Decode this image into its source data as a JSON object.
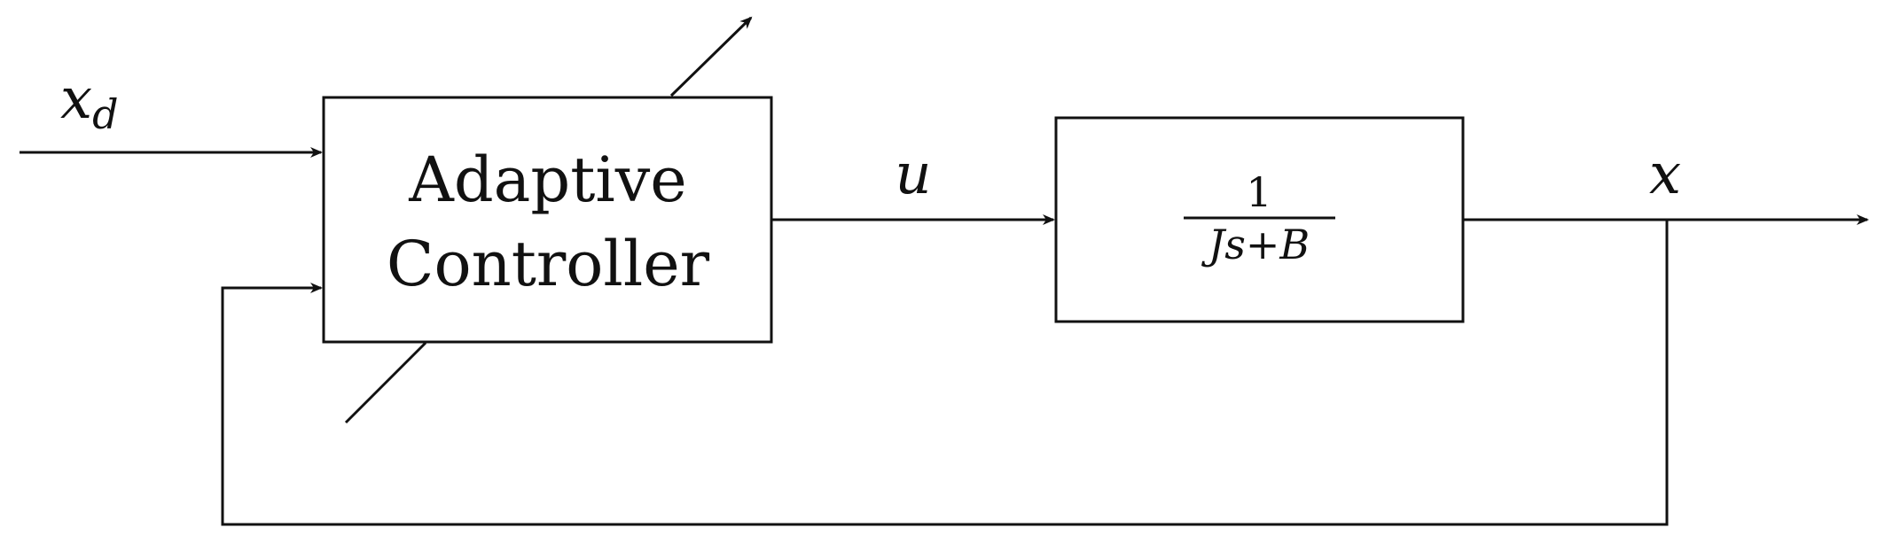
{
  "controller": {
    "line1": "Adaptive",
    "line2": "Controller"
  },
  "plant": {
    "numerator": "1",
    "denominator": "Js+B"
  },
  "signals": {
    "reference_base": "x",
    "reference_sub": "d",
    "control": "u",
    "output": "x"
  },
  "colors": {
    "stroke": "#111111",
    "background": "#ffffff"
  }
}
